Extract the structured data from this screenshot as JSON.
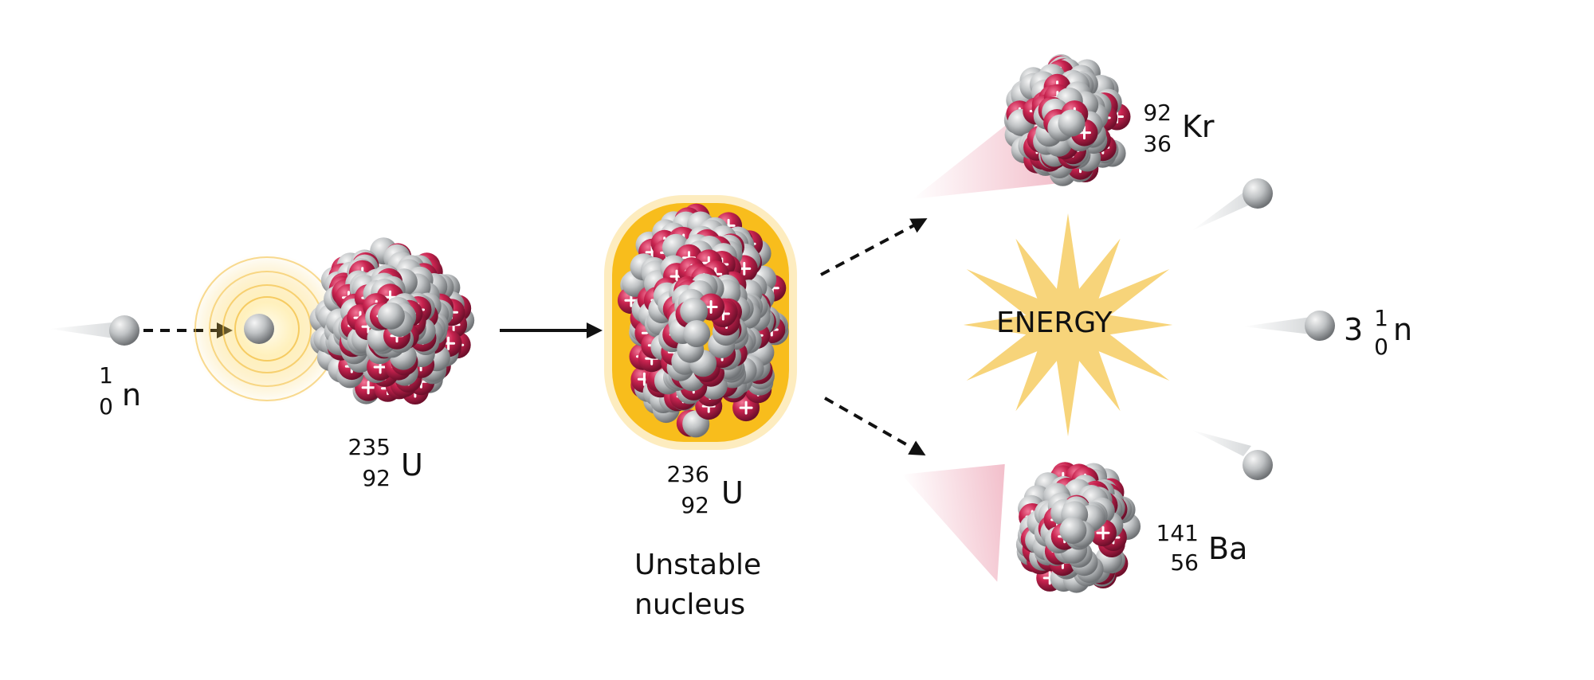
{
  "labels": {
    "neutron_in": {
      "mass": "1",
      "atomic": "0",
      "symbol": "n"
    },
    "u235": {
      "mass": "235",
      "atomic": "92",
      "symbol": "U"
    },
    "u236": {
      "mass": "236",
      "atomic": "92",
      "symbol": "U"
    },
    "kr92": {
      "mass": "92",
      "atomic": "36",
      "symbol": "Kr"
    },
    "ba141": {
      "mass": "141",
      "atomic": "56",
      "symbol": "Ba"
    },
    "neutrons_out": {
      "coefficient": "3",
      "mass": "1",
      "atomic": "0",
      "symbol": "n"
    }
  },
  "unstable_caption": {
    "line1": "Unstable",
    "line2": "nucleus"
  },
  "energy_label": "ENERGY",
  "colors": {
    "proton": "#c8234f",
    "neutron": "#b9bcbf",
    "glow": "#f7b500",
    "energy_burst": "#f6cf6b",
    "arrow": "#111111"
  },
  "icons": [
    "neutron-icon",
    "nucleus-icon",
    "arrow-icon",
    "energy-burst-icon"
  ]
}
